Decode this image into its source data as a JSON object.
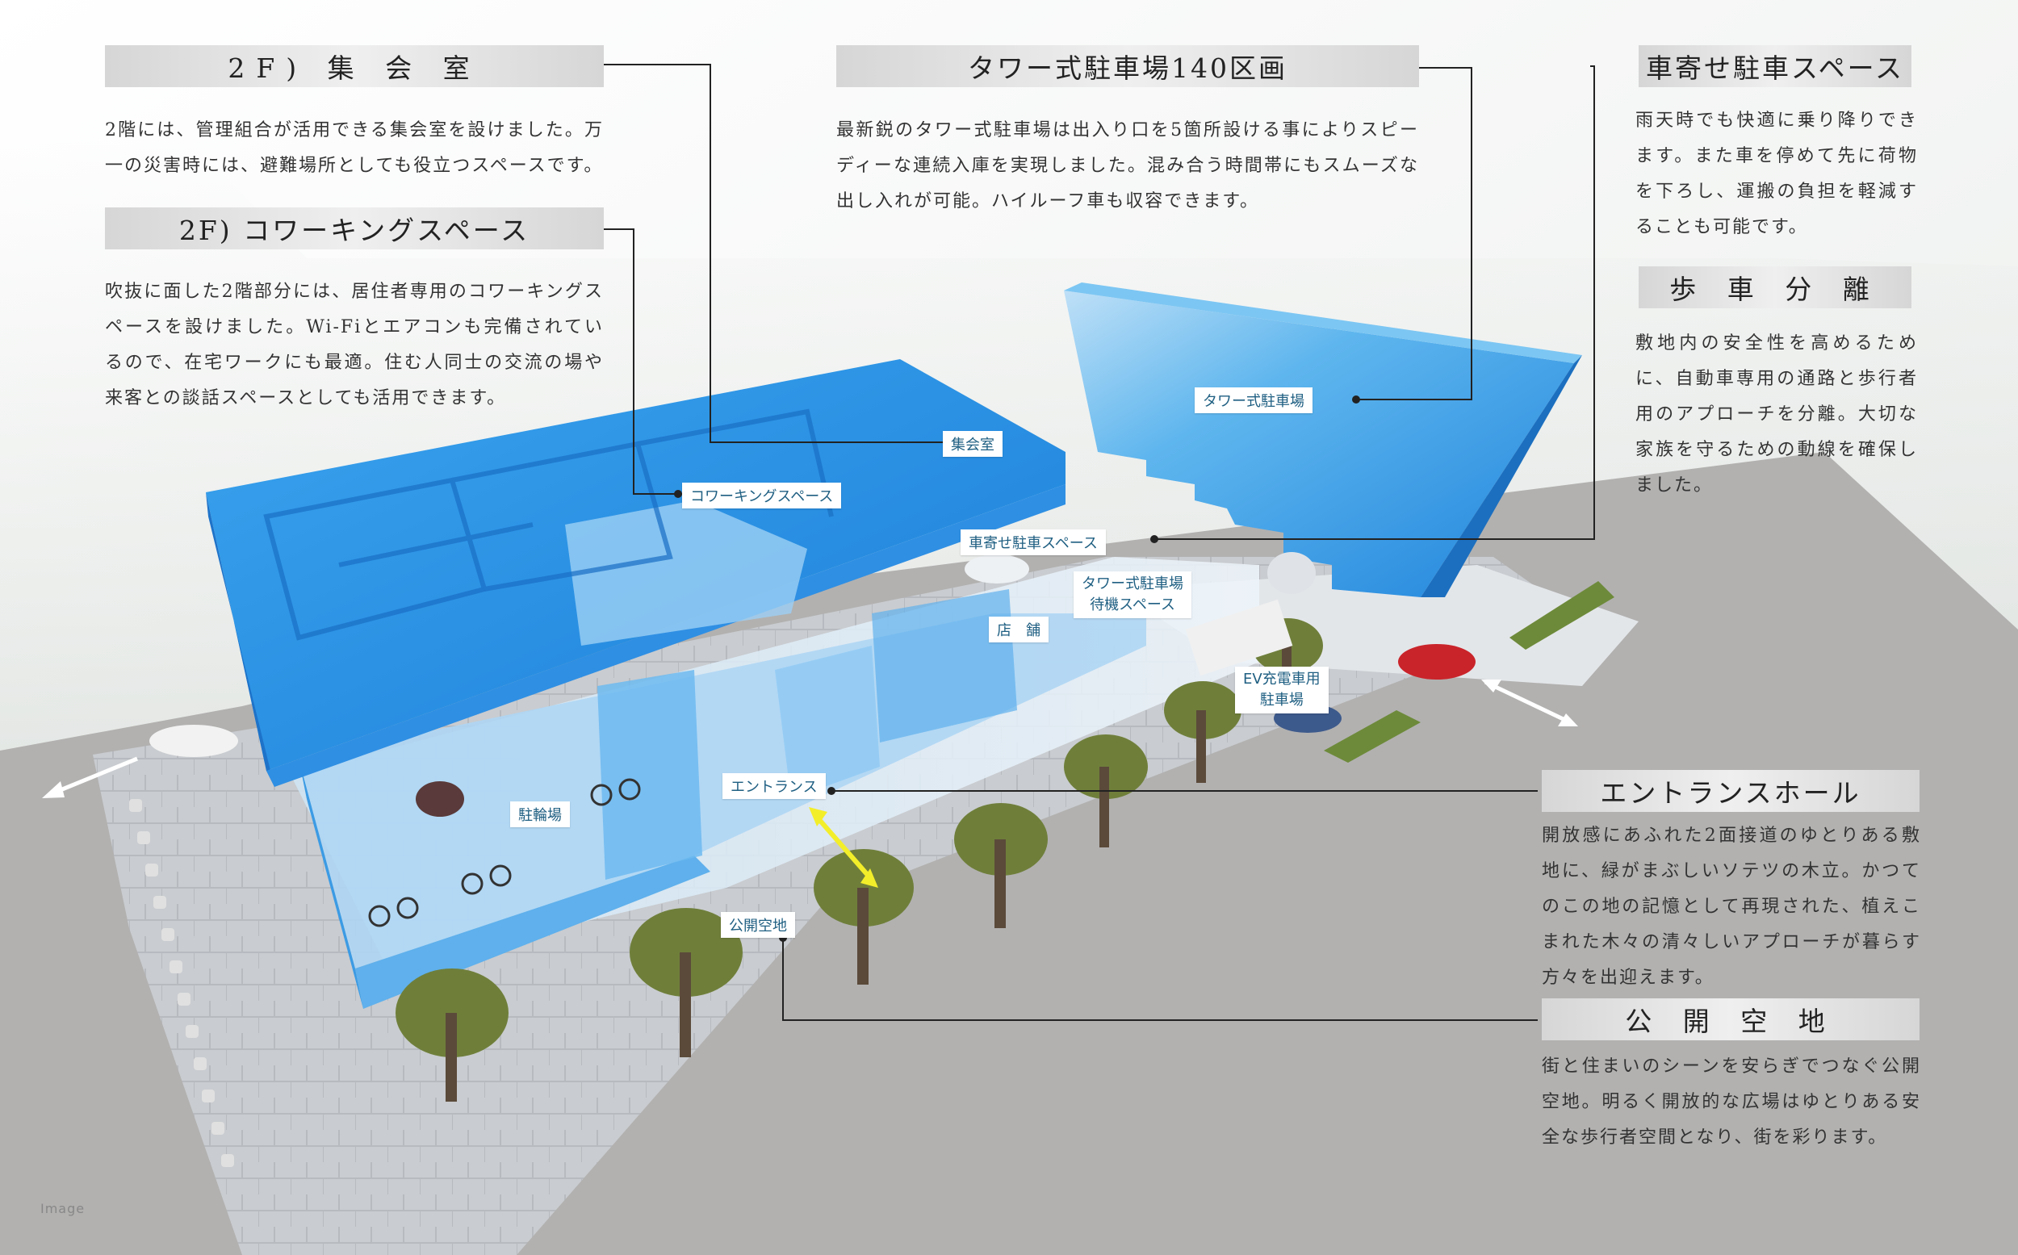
{
  "colors": {
    "building_blue": "#2f95e6",
    "tower_blue": "#2e9be8",
    "paving": "#b2b1b0",
    "plaza": "#cfd2d6",
    "palm_green": "#6f7f3a",
    "arrow_yellow": "#f3ee2a",
    "label_text": "#1f5f82"
  },
  "sections": {
    "meeting_room": {
      "heading": "2F) 集 会 室",
      "body": "2階には、管理組合が活用できる集会室を設けました。万一の災害時には、避難場所としても役立つスペースです。"
    },
    "coworking": {
      "heading": "2F) コワーキングスペース",
      "body": "吹抜に面した2階部分には、居住者専用のコワーキングスペースを設けました。Wi-Fiとエアコンも完備されているので、在宅ワークにも最適。住む人同士の交流の場や来客との談話スペースとしても活用できます。"
    },
    "tower_parking": {
      "heading": "タワー式駐車場140区画",
      "body": "最新鋭のタワー式駐車場は出入り口を5箇所設ける事によりスピーディーな連続入庫を実現しました。混み合う時間帯にもスムーズな出し入れが可能。ハイルーフ車も収容できます。"
    },
    "dropoff": {
      "heading": "車寄せ駐車スペース",
      "body": "雨天時でも快適に乗り降りできます。また車を停めて先に荷物を下ろし、運搬の負担を軽減することも可能です。"
    },
    "separation": {
      "heading": "歩 車 分 離",
      "body": "敷地内の安全性を高めるために、自動車専用の通路と歩行者用のアプローチを分離。大切な家族を守るための動線を確保しました。"
    },
    "entrance_hall": {
      "heading": "エントランスホール",
      "body": "開放感にあふれた2面接道のゆとりある敷地に、緑がまぶしいソテツの木立。かつてのこの地の記憶として再現された、植えこまれた木々の清々しいアプローチが暮らす方々を出迎えます。"
    },
    "open_space": {
      "heading": "公 開 空 地",
      "body": "街と住まいのシーンを安らぎでつなぐ公開空地。明るく開放的な広場はゆとりある安全な歩行者空間となり、街を彩ります。"
    }
  },
  "labels": {
    "meeting_room": "集会室",
    "coworking": "コワーキングスペース",
    "tower_parking": "タワー式駐車場",
    "dropoff": "車寄せ駐車スペース",
    "tower_wait_1": "タワー式駐車場",
    "tower_wait_2": "待機スペース",
    "shop": "店　舗",
    "ev_1": "EV充電車用",
    "ev_2": "駐車場",
    "entrance": "エントランス",
    "bicycle": "駐輪場",
    "open_space": "公開空地"
  },
  "caption": "Image"
}
